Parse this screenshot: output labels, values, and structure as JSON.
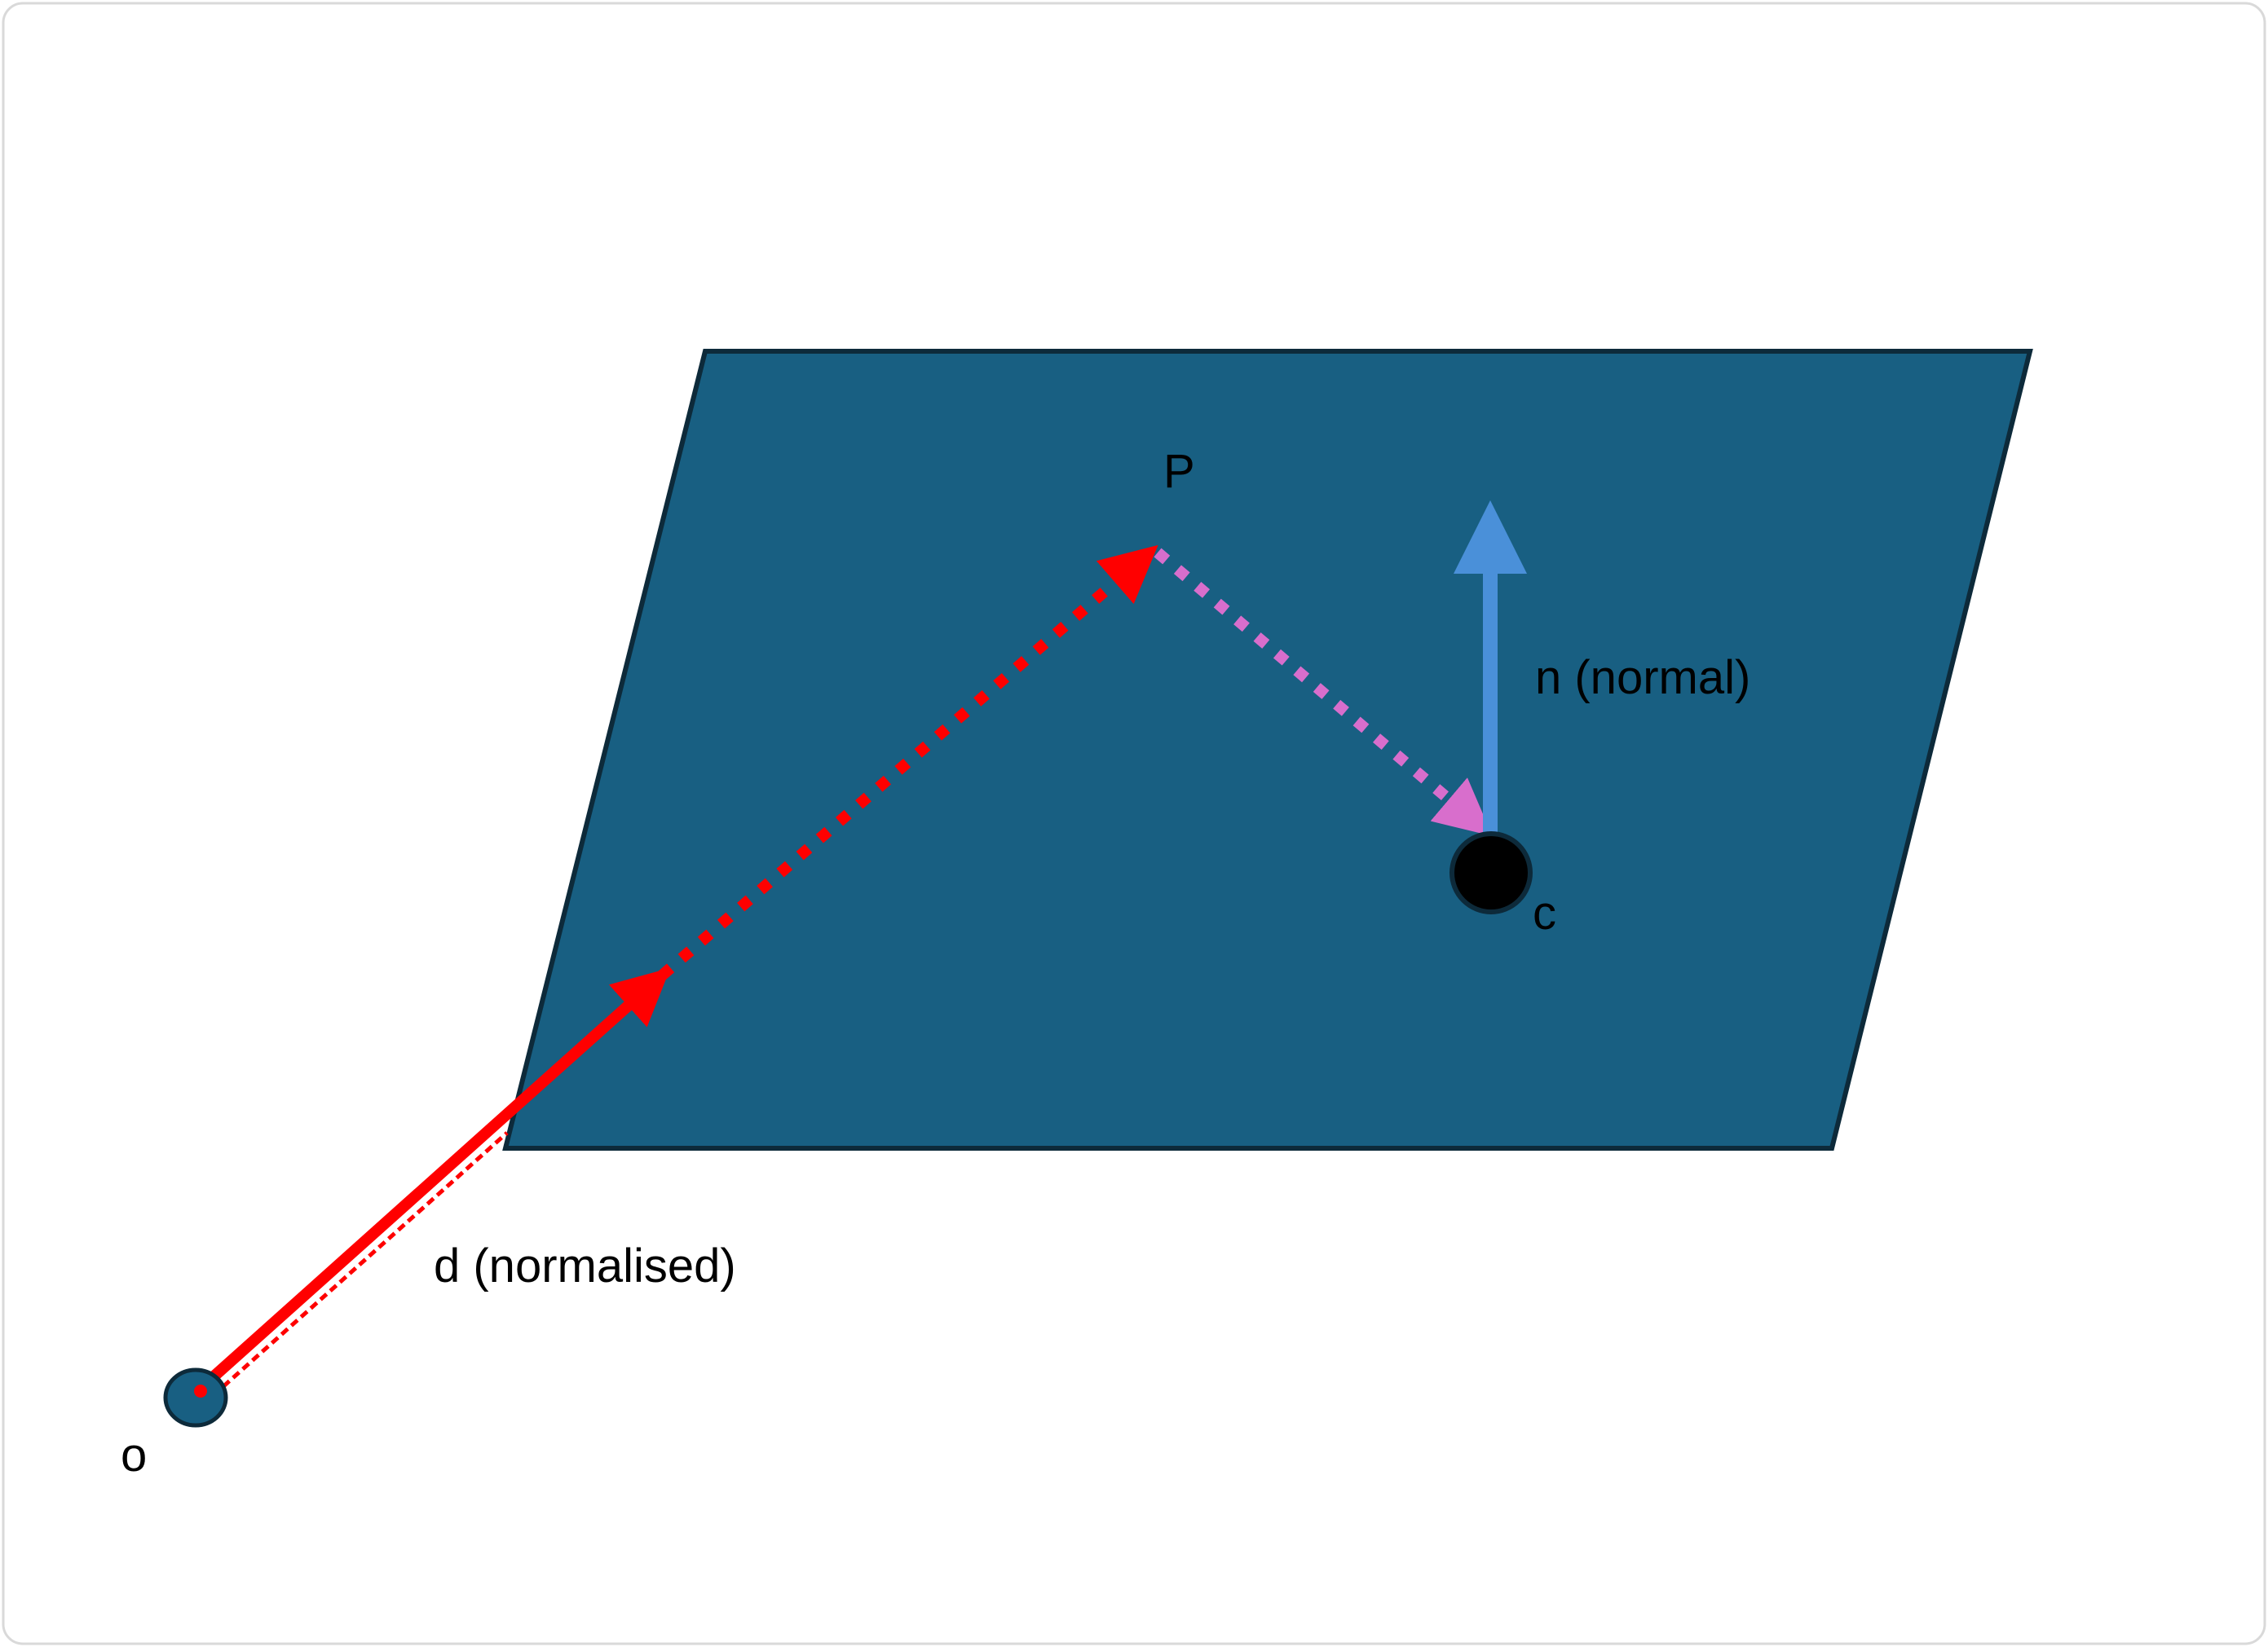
{
  "diagram": {
    "labels": {
      "plane_point": "P",
      "normal": "n (normal)",
      "center": "c",
      "direction": "d (normalised)",
      "origin": "o"
    },
    "colors": {
      "background": "#ffffff",
      "frame_border": "#d9d9d9",
      "plane_fill": "#185f82",
      "plane_stroke": "#0d2a3a",
      "ray": "#ff0000",
      "p_to_c": "#d86ecc",
      "normal_arrow": "#4a90d9",
      "center_point": "#000000",
      "origin_point": "#185f82"
    },
    "icons": {
      "origin": "circle-point",
      "center": "filled-circle-point"
    }
  }
}
